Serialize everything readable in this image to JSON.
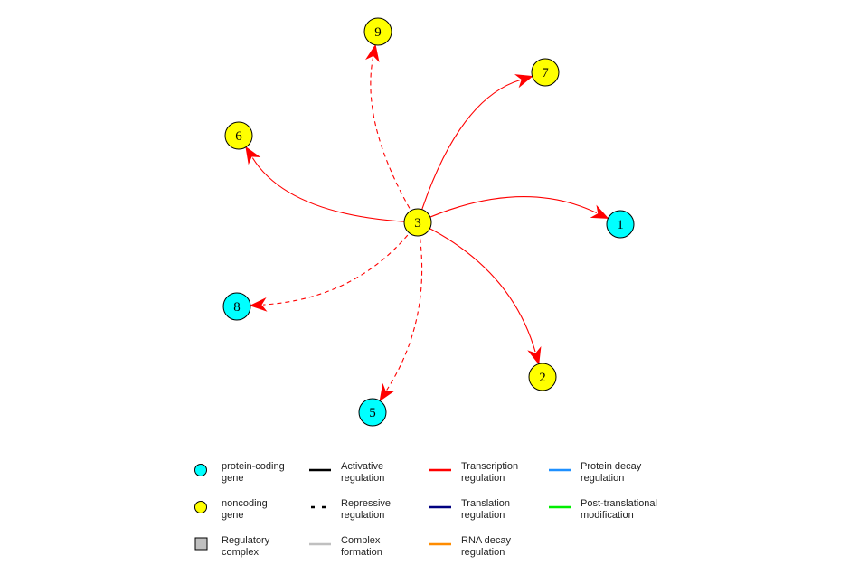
{
  "colors": {
    "protein_coding": "#00ffff",
    "noncoding": "#ffff00",
    "complex": "#c0c0c0",
    "activative": "#000000",
    "repressive": "#000000",
    "complex_formation": "#c0c0c0",
    "transcription": "#ff0000",
    "translation": "#000080",
    "rna_decay": "#ff8c00",
    "protein_decay": "#1e90ff",
    "post_translational": "#00ee00"
  },
  "nodes": [
    {
      "id": "3",
      "label": "3",
      "kind": "noncoding"
    },
    {
      "id": "1",
      "label": "1",
      "kind": "protein_coding"
    },
    {
      "id": "2",
      "label": "2",
      "kind": "noncoding"
    },
    {
      "id": "5",
      "label": "5",
      "kind": "protein_coding"
    },
    {
      "id": "6",
      "label": "6",
      "kind": "noncoding"
    },
    {
      "id": "7",
      "label": "7",
      "kind": "noncoding"
    },
    {
      "id": "8",
      "label": "8",
      "kind": "protein_coding"
    },
    {
      "id": "9",
      "label": "9",
      "kind": "noncoding"
    }
  ],
  "edges": [
    {
      "source": "3",
      "target": "1",
      "regulation": "transcription",
      "style": "solid"
    },
    {
      "source": "3",
      "target": "2",
      "regulation": "transcription",
      "style": "solid"
    },
    {
      "source": "3",
      "target": "7",
      "regulation": "transcription",
      "style": "solid"
    },
    {
      "source": "3",
      "target": "6",
      "regulation": "transcription",
      "style": "solid"
    },
    {
      "source": "3",
      "target": "9",
      "regulation": "transcription",
      "style": "dashed"
    },
    {
      "source": "3",
      "target": "8",
      "regulation": "transcription",
      "style": "dashed"
    },
    {
      "source": "3",
      "target": "5",
      "regulation": "transcription",
      "style": "dashed"
    }
  ],
  "legend": {
    "nodes": [
      {
        "lines": [
          "protein-coding",
          "gene"
        ],
        "kind": "protein_coding"
      },
      {
        "lines": [
          "noncoding",
          "gene"
        ],
        "kind": "noncoding"
      },
      {
        "lines": [
          "Regulatory",
          "complex"
        ],
        "kind": "complex"
      }
    ],
    "edges": [
      {
        "lines": [
          "Activative",
          "regulation"
        ],
        "color_key": "activative",
        "style": "solid"
      },
      {
        "lines": [
          "Repressive",
          "regulation"
        ],
        "color_key": "repressive",
        "style": "dashed"
      },
      {
        "lines": [
          "Complex",
          "formation"
        ],
        "color_key": "complex_formation",
        "style": "solid"
      },
      {
        "lines": [
          "Transcription",
          "regulation"
        ],
        "color_key": "transcription",
        "style": "solid"
      },
      {
        "lines": [
          "Translation",
          "regulation"
        ],
        "color_key": "translation",
        "style": "solid"
      },
      {
        "lines": [
          "RNA decay",
          "regulation"
        ],
        "color_key": "rna_decay",
        "style": "solid"
      },
      {
        "lines": [
          "Protein decay",
          "regulation"
        ],
        "color_key": "protein_decay",
        "style": "solid"
      },
      {
        "lines": [
          "Post-translational",
          "modification"
        ],
        "color_key": "post_translational",
        "style": "solid"
      }
    ]
  }
}
